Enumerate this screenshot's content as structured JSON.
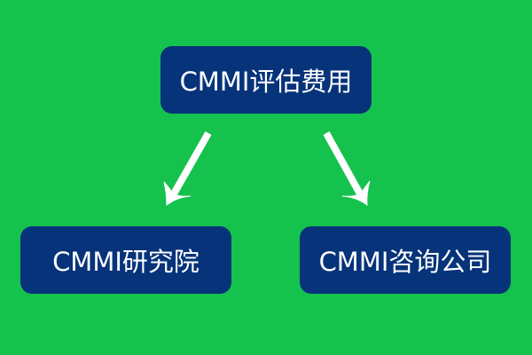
{
  "colors": {
    "background": "#15C24D",
    "node_fill": "#06337A",
    "node_text": "#FFFFFF",
    "arrow": "#FFFFFF"
  },
  "diagram": {
    "root": {
      "label": "CMMI评估费用"
    },
    "children": [
      {
        "label": "CMMI研究院"
      },
      {
        "label": "CMMI咨询公司"
      }
    ],
    "edges": [
      {
        "from": "CMMI评估费用",
        "to": "CMMI研究院",
        "icon": "arrow-down-left-icon"
      },
      {
        "from": "CMMI评估费用",
        "to": "CMMI咨询公司",
        "icon": "arrow-down-right-icon"
      }
    ]
  }
}
